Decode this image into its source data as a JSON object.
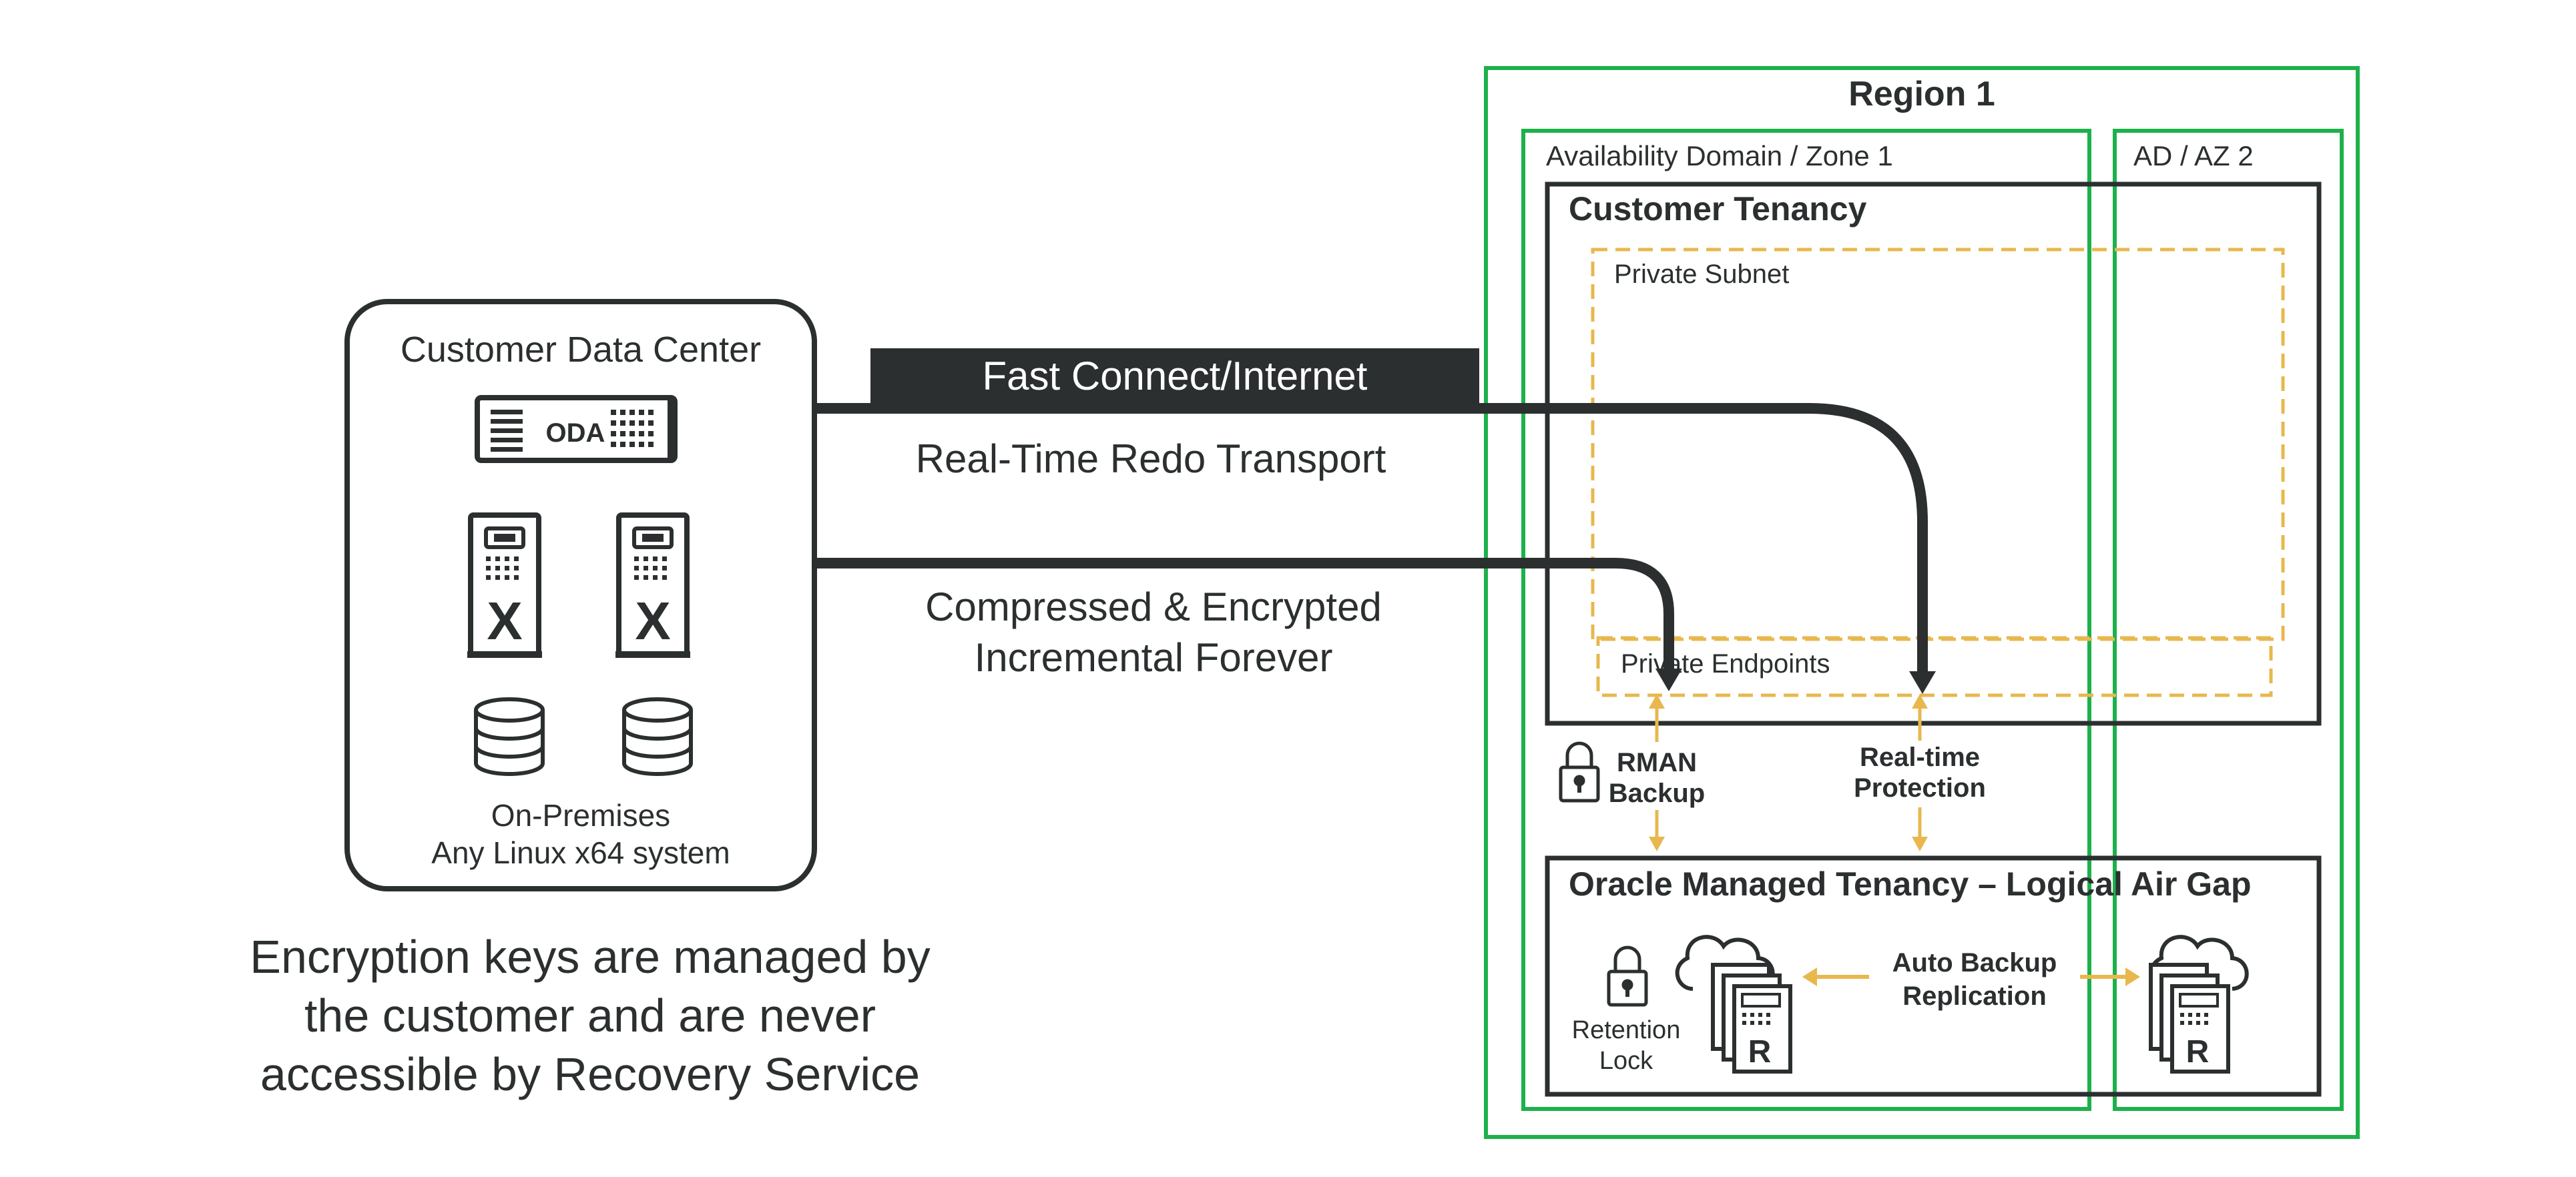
{
  "colors": {
    "dark": "#2b2f30",
    "green": "#1db14b",
    "amber": "#e8b84e",
    "white": "#ffffff"
  },
  "datacenter": {
    "title": "Customer Data Center",
    "oda_label": "ODA",
    "server_glyph": "X",
    "caption_line1": "On-Premises",
    "caption_line2": "Any Linux x64 system"
  },
  "connections": {
    "banner": "Fast Connect/Internet",
    "redo": "Real-Time Redo Transport",
    "backup_line1": "Compressed & Encrypted",
    "backup_line2": "Incremental Forever"
  },
  "footnote": {
    "line1": "Encryption keys are managed by",
    "line2": "the customer and are never",
    "line3": "accessible by Recovery Service"
  },
  "region": {
    "title": "Region 1",
    "zone1": "Availability Domain / Zone 1",
    "zone2": "AD / AZ 2",
    "customer_tenancy": "Customer Tenancy",
    "private_subnet": "Private Subnet",
    "private_endpoints": "Private Endpoints",
    "rman_line1": "RMAN",
    "rman_line2": "Backup",
    "rt_line1": "Real-time",
    "rt_line2": "Protection",
    "oracle_tenancy": "Oracle Managed Tenancy – Logical Air Gap",
    "retention_line1": "Retention",
    "retention_line2": "Lock",
    "replication_line1": "Auto Backup",
    "replication_line2": "Replication",
    "recovery_glyph": "R"
  },
  "icons": [
    "oda-appliance-icon",
    "exadata-server-icon",
    "database-icon",
    "lock-icon",
    "recovery-service-icon"
  ]
}
